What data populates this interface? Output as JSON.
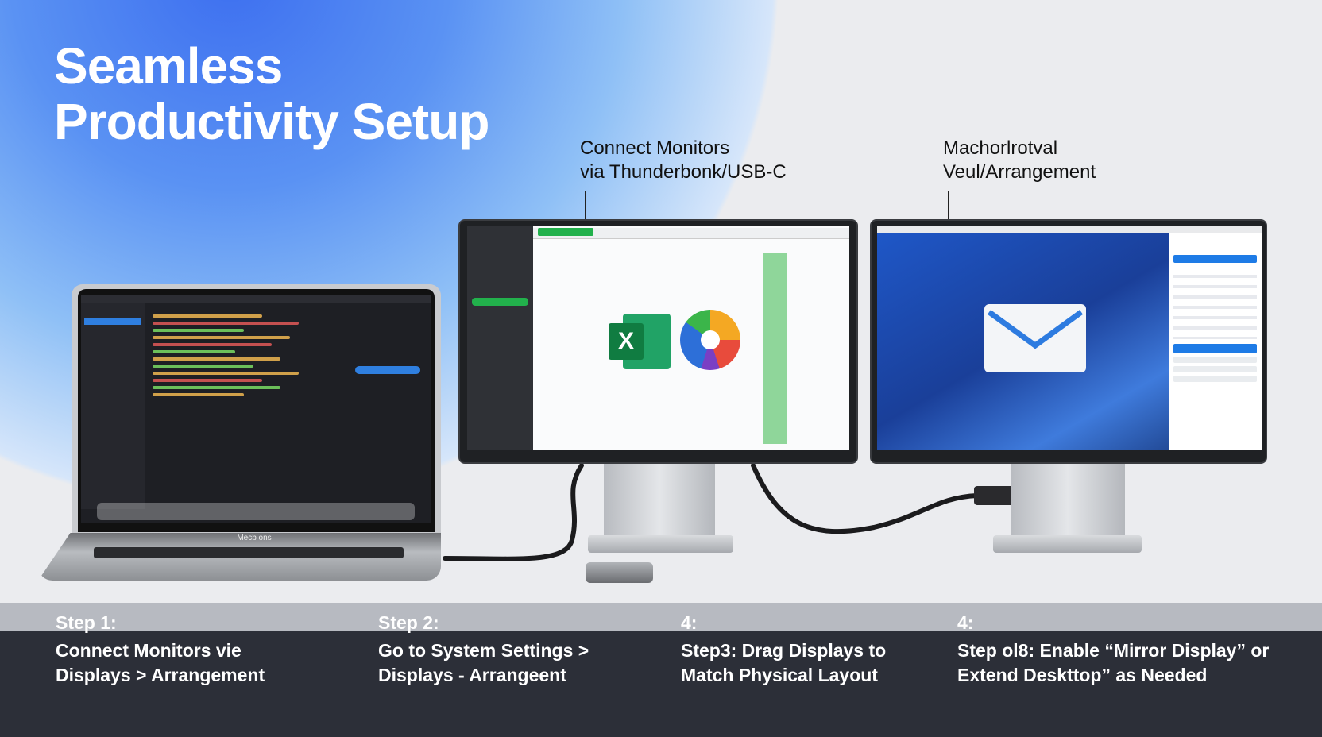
{
  "title": {
    "line1": "Seamless",
    "line2": "Productivity Setup"
  },
  "callouts": [
    {
      "line1": "Connect Monitors",
      "line2": "via Thunderbonk/USB-C"
    },
    {
      "line1": "Machorlrotval",
      "line2": "Veul/Arrangement"
    }
  ],
  "laptop": {
    "brand": "Mecb ons"
  },
  "steps": [
    {
      "header": "Step 1:",
      "line1": "Connect   Monitors vie",
      "line2": "Displays > Arrangement"
    },
    {
      "header": "Step 2:",
      "line1": "Go to System Settings >",
      "line2": "Displays - Arrangeent"
    },
    {
      "header": "4:",
      "line1": "Step3: Drag Displays to",
      "line2": "Match Physical Layout"
    },
    {
      "header": "4:",
      "line1": "Step ol8: Enable “Mirror Display” or",
      "line2": "Extend Deskttop” as Needed"
    }
  ],
  "icons": {
    "spreadsheet": "excel-icon",
    "chart": "pie-chart-icon",
    "mail": "envelope-icon",
    "calendar": "calendar-icon"
  },
  "colors": {
    "accent": "#3d6ff0",
    "excel": "#1d7a45",
    "band": "#2c2f38"
  }
}
